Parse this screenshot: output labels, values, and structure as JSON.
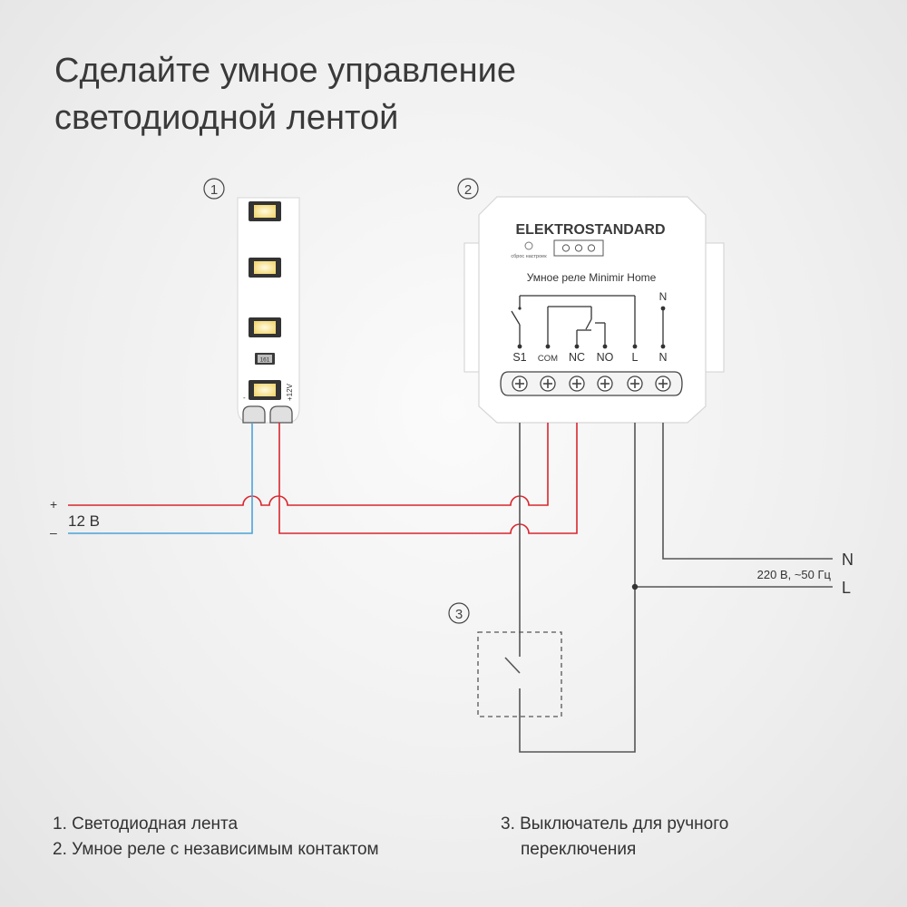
{
  "title": {
    "line1": "Сделайте умное управление",
    "line2": "светодиодной лентой"
  },
  "markers": {
    "strip": "1",
    "relay": "2",
    "switch": "3"
  },
  "strip": {
    "chip_label": "161",
    "minus_label": "-",
    "plus_label": "+12V"
  },
  "relay": {
    "brand": "ELEKTROSTANDARD",
    "reset_label": "сброс настроек",
    "model": "Умное реле Minimir Home",
    "terminals": [
      "S1",
      "COM",
      "NC",
      "NO",
      "L",
      "N"
    ],
    "n_top_label": "N"
  },
  "supply_dc": {
    "plus": "+",
    "minus": "–",
    "voltage": "12 В"
  },
  "supply_ac": {
    "n": "N",
    "l": "L",
    "spec": "220 В, ~50 Гц"
  },
  "legend": {
    "item1": "1. Светодиодная лента",
    "item2": "2. Умное реле с независимым контактом",
    "item3_line1": "3. Выключатель для ручного",
    "item3_line2": "переключения"
  },
  "colors": {
    "positive_wire": "#d9262c",
    "negative_wire": "#4aa3d8",
    "ac_wire": "#555555",
    "led": "#fbe9a0"
  }
}
